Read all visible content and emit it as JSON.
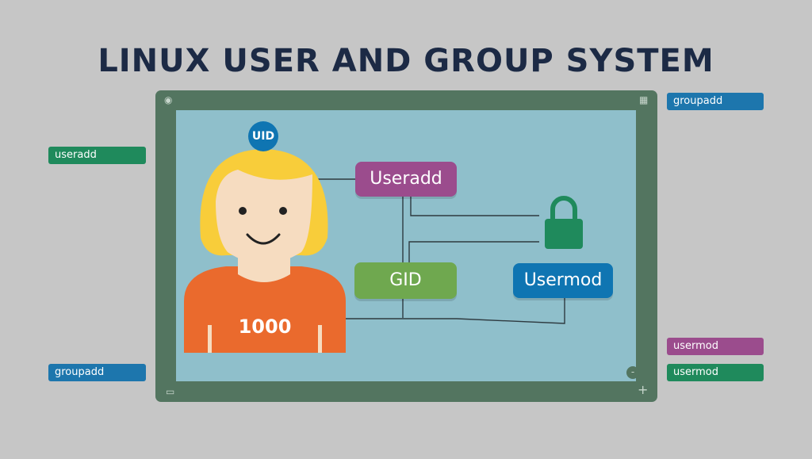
{
  "title": "LINUX USER AND GROUP SYSTEM",
  "uid_badge": "UID",
  "user_number": "1000",
  "boxes": {
    "useradd": "Useradd",
    "gid": "GID",
    "usermod": "Usermod"
  },
  "side_tags": {
    "top_left": "useradd",
    "bottom_left": "groupadd",
    "top_right": "groupadd",
    "bottom_right_upper": "usermod",
    "bottom_right_lower": "usermod"
  },
  "colors": {
    "frame": "#537560",
    "screen": "#8fbfcb",
    "purple": "#9b4c8d",
    "green": "#6fa84f",
    "blue": "#0f75b2",
    "lock": "#1f8a5c",
    "shirt": "#ea6a2d",
    "hair": "#f8cd3a"
  }
}
